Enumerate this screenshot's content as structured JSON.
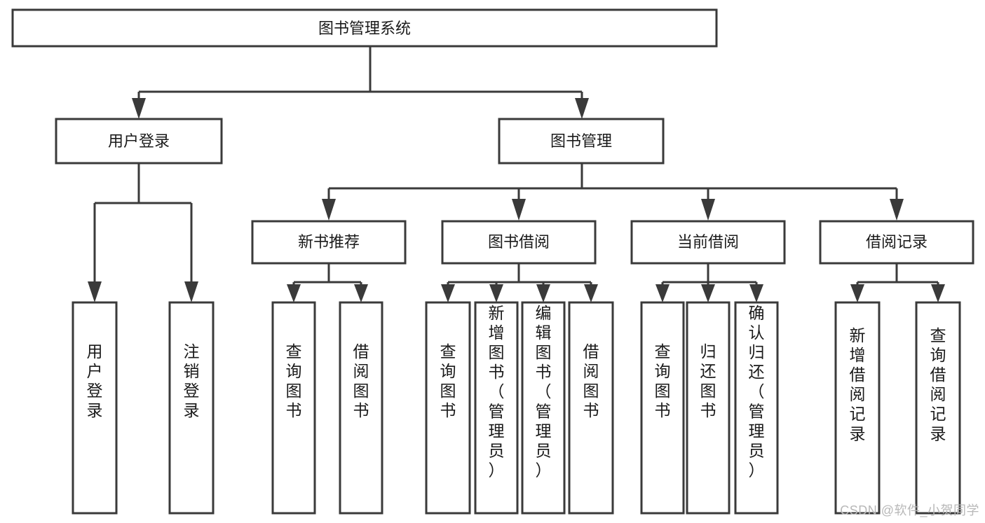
{
  "diagram": {
    "type": "tree-hierarchy",
    "title": "图书管理系统",
    "watermark": "CSDN @软件_小贺同学",
    "colors": {
      "box_fill": "#ffffff",
      "box_stroke": "#3a3a3a",
      "text": "#1a1a1a",
      "watermark": "#b8b8b8",
      "background": "#ffffff"
    },
    "levels": {
      "root": {
        "label": "图书管理系统"
      },
      "level2": [
        {
          "id": "user-login",
          "label": "用户登录"
        },
        {
          "id": "book-management",
          "label": "图书管理"
        }
      ],
      "level3": [
        {
          "id": "new-book-recommend",
          "label": "新书推荐",
          "parent": "book-management"
        },
        {
          "id": "book-borrow",
          "label": "图书借阅",
          "parent": "book-management"
        },
        {
          "id": "current-borrow",
          "label": "当前借阅",
          "parent": "book-management"
        },
        {
          "id": "borrow-record",
          "label": "借阅记录",
          "parent": "book-management"
        }
      ],
      "leaves": {
        "user-login": [
          {
            "id": "leaf-user-login",
            "label": "用户登录"
          },
          {
            "id": "leaf-user-logout",
            "label": "注销登录"
          }
        ],
        "new-book-recommend": [
          {
            "id": "leaf-query-book-1",
            "label": "查询图书"
          },
          {
            "id": "leaf-borrow-book-1",
            "label": "借阅图书"
          }
        ],
        "book-borrow": [
          {
            "id": "leaf-query-book-2",
            "label": "查询图书"
          },
          {
            "id": "leaf-add-book",
            "label": "新增图书（管理员）"
          },
          {
            "id": "leaf-edit-book",
            "label": "编辑图书（管理员）"
          },
          {
            "id": "leaf-borrow-book-2",
            "label": "借阅图书"
          }
        ],
        "current-borrow": [
          {
            "id": "leaf-query-book-3",
            "label": "查询图书"
          },
          {
            "id": "leaf-return-book",
            "label": "归还图书"
          },
          {
            "id": "leaf-confirm-return",
            "label": "确认归还（管理员）"
          }
        ],
        "borrow-record": [
          {
            "id": "leaf-add-record",
            "label": "新增借阅记录"
          },
          {
            "id": "leaf-query-record",
            "label": "查询借阅记录"
          }
        ]
      }
    }
  }
}
